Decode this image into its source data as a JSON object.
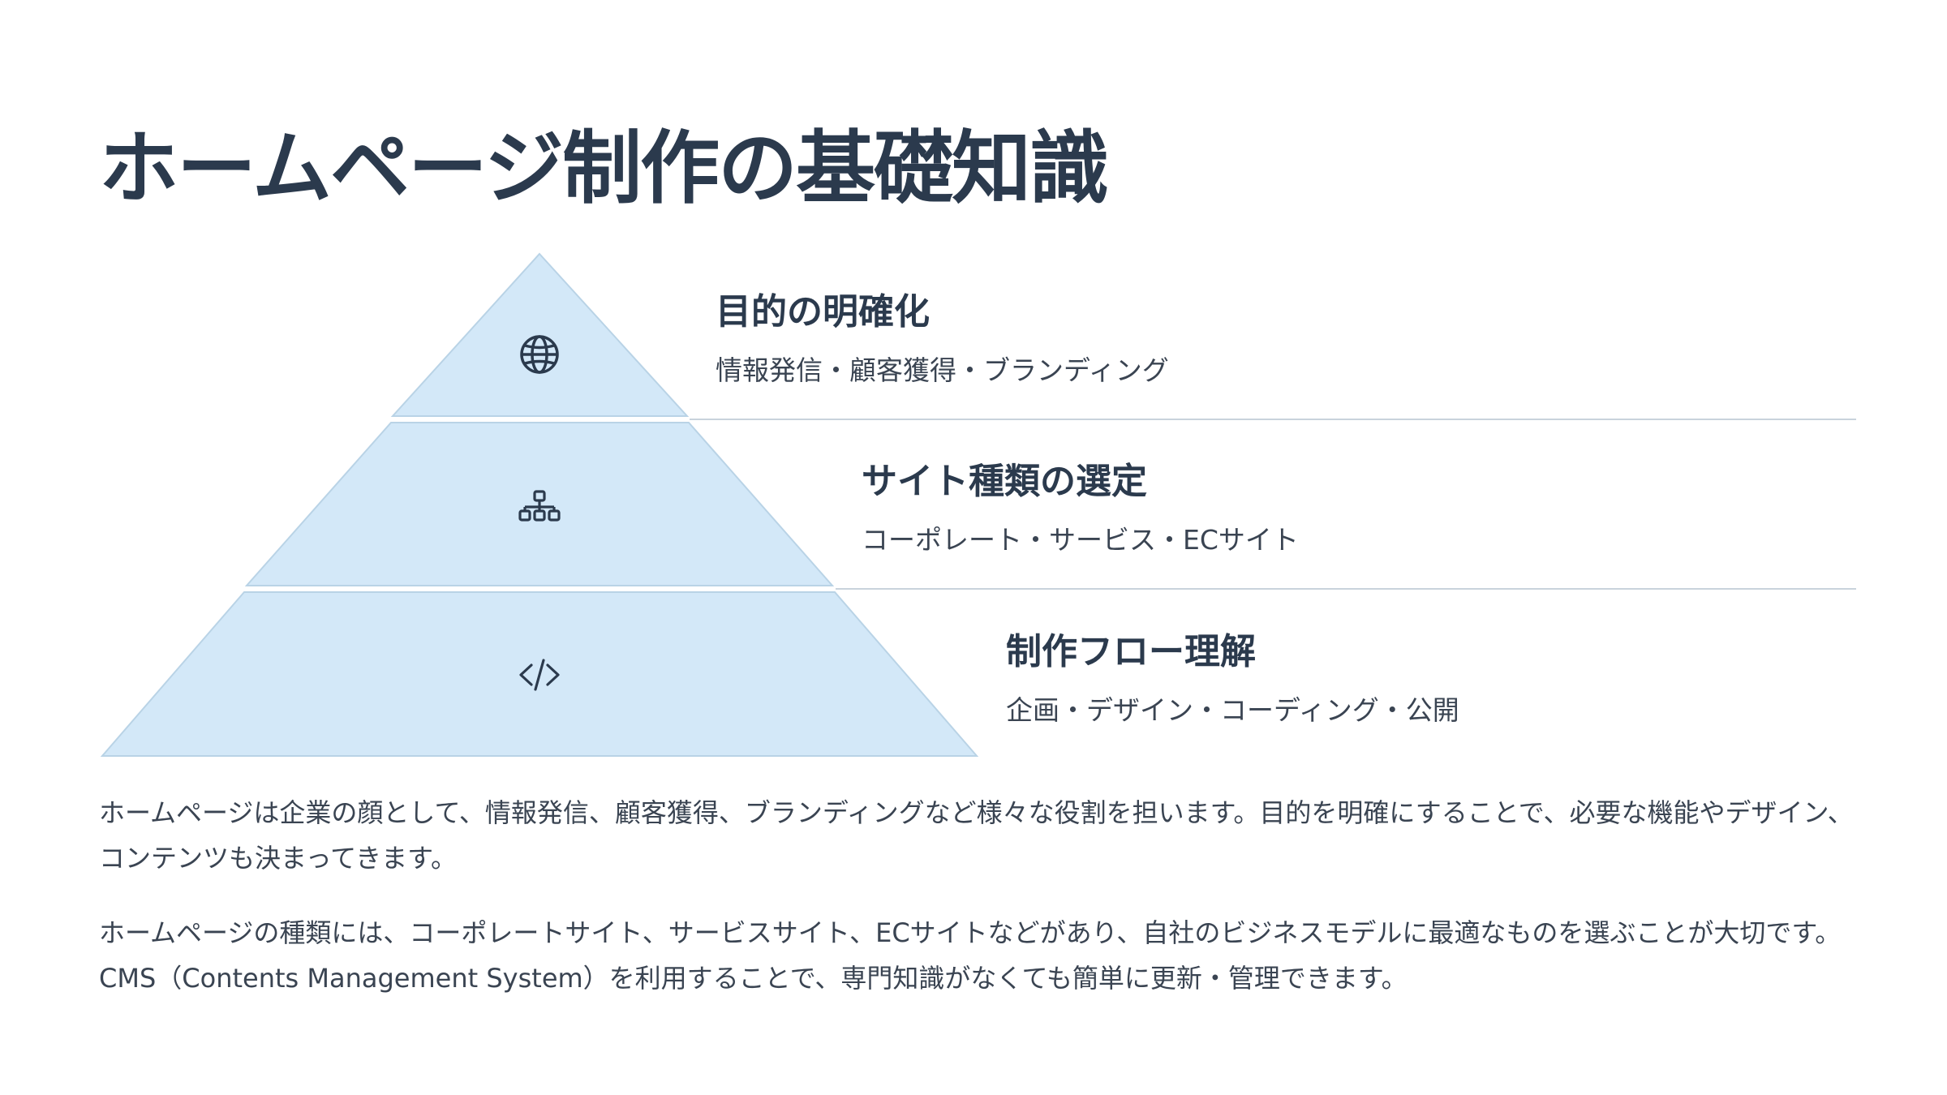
{
  "title": "ホームページ制作の基礎知識",
  "colors": {
    "layer_fill": "#d3e8f8",
    "layer_stroke": "#b9d3e6",
    "divider": "#c9d3dc",
    "text_dark": "#2b3a4d",
    "text_body": "#3a4452"
  },
  "layers": [
    {
      "icon": "globe-icon",
      "title": "目的の明確化",
      "desc": "情報発信・顧客獲得・ブランディング"
    },
    {
      "icon": "sitemap-icon",
      "title": "サイト種類の選定",
      "desc": "コーポレート・サービス・ECサイト"
    },
    {
      "icon": "code-icon",
      "title": "制作フロー理解",
      "desc": "企画・デザイン・コーディング・公開"
    }
  ],
  "paragraphs": [
    "ホームページは企業の顔として、情報発信、顧客獲得、ブランディングなど様々な役割を担います。目的を明確にすることで、必要な機能やデザイン、コンテンツも決まってきます。",
    "ホームページの種類には、コーポレートサイト、サービスサイト、ECサイトなどがあり、自社のビジネスモデルに最適なものを選ぶことが大切です。CMS（Contents Management System）を利用することで、専門知識がなくても簡単に更新・管理できます。"
  ]
}
